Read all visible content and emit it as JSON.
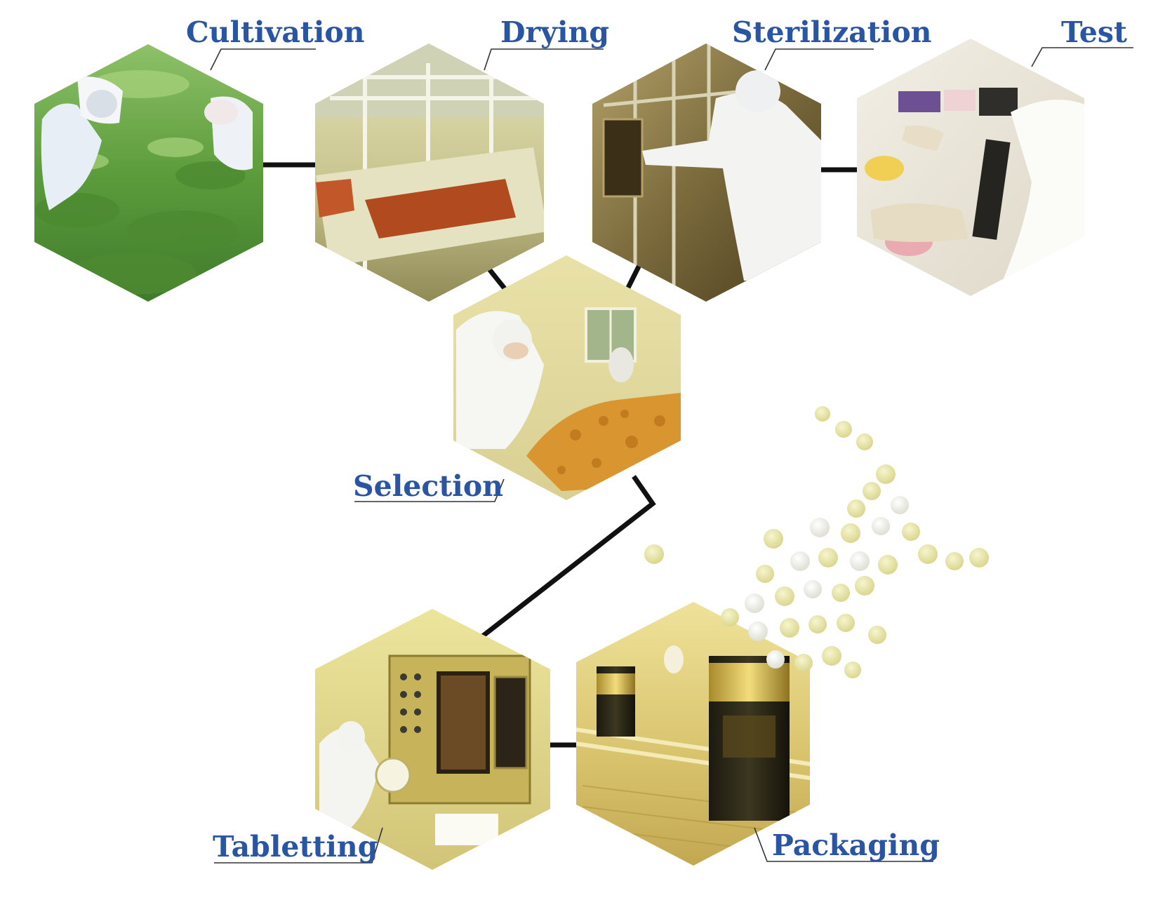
{
  "steps": {
    "cultivation": {
      "label": "Cultivation"
    },
    "drying": {
      "label": "Drying"
    },
    "sterilization": {
      "label": "Sterilization"
    },
    "test": {
      "label": "Test"
    },
    "selection": {
      "label": "Selection"
    },
    "tabletting": {
      "label": "Tabletting"
    },
    "packaging": {
      "label": "Packaging"
    }
  },
  "colors": {
    "label_blue": "#2a55a3",
    "connector": "#111111",
    "tablet_yellow": "#e9e6a4",
    "tablet_white": "#f3f3ee"
  }
}
